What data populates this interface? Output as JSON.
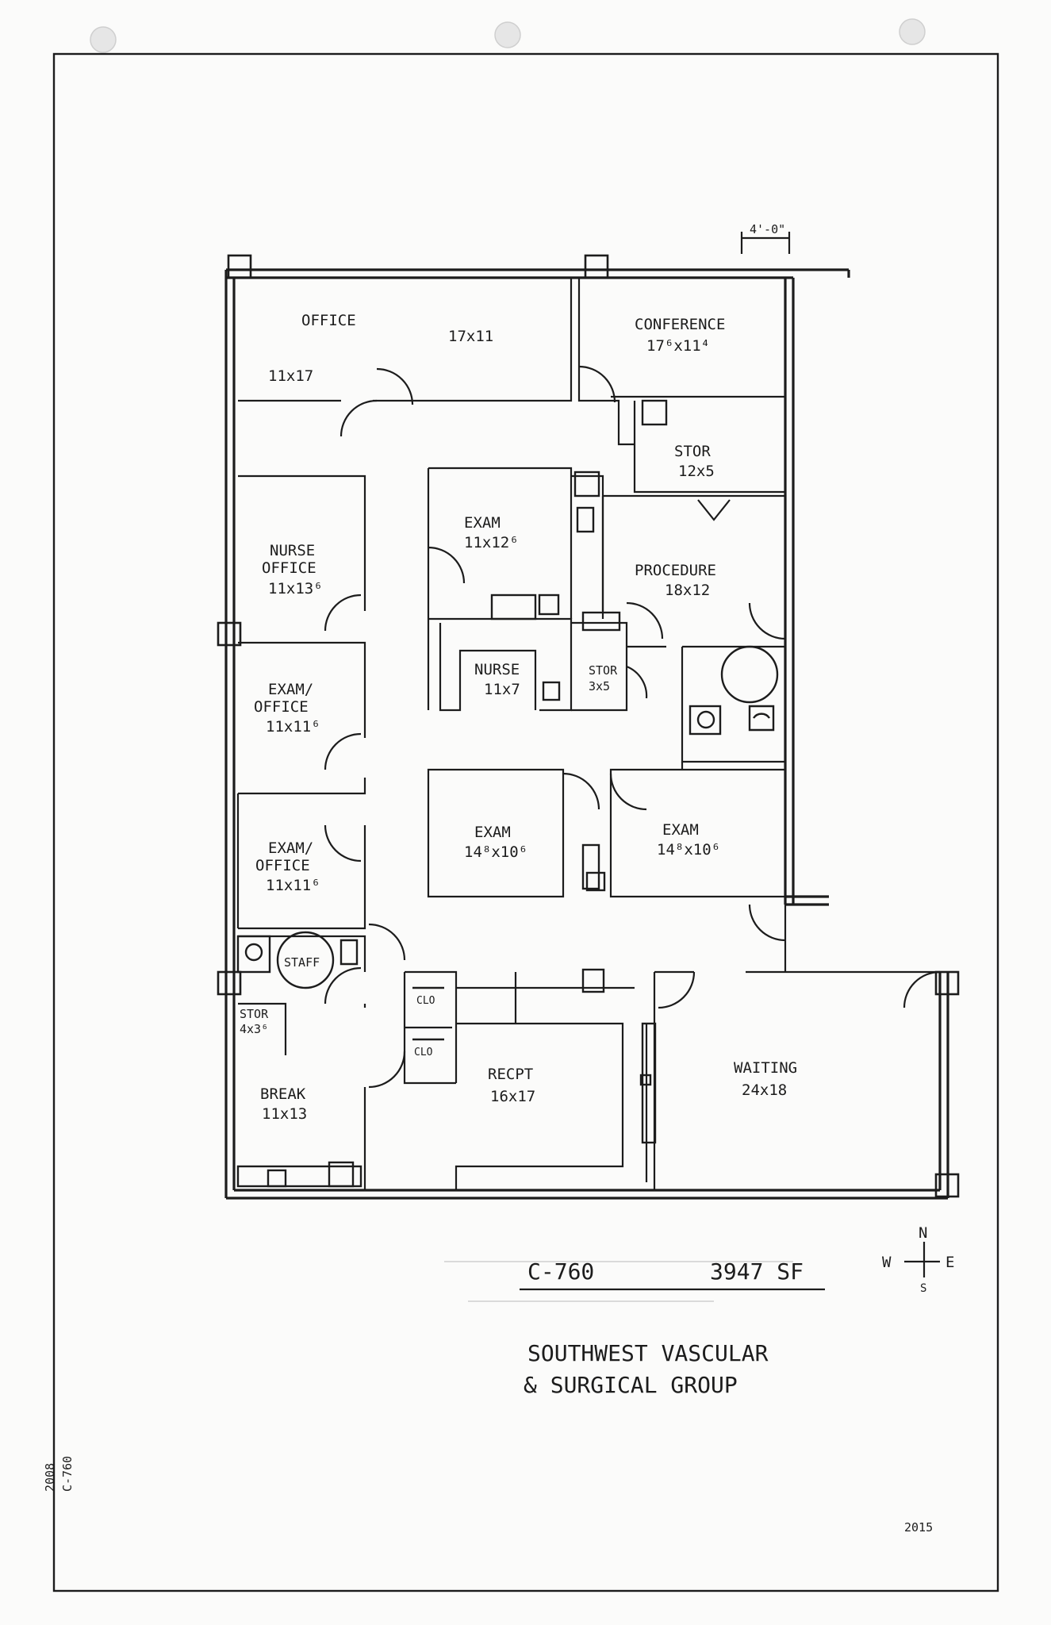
{
  "rooms": {
    "office": {
      "name": "OFFICE",
      "dims_a": "17x11",
      "dims_b": "11x17"
    },
    "conference": {
      "name": "CONFERENCE",
      "dims": "17⁶x11⁴"
    },
    "stor_top": {
      "name": "STOR",
      "dims": "12x5"
    },
    "nurse_office": {
      "name1": "NURSE",
      "name2": "OFFICE",
      "dims": "11x13⁶"
    },
    "exam_top": {
      "name": "EXAM",
      "dims": "11x12⁶"
    },
    "procedure": {
      "name": "PROCEDURE",
      "dims": "18x12"
    },
    "nurse": {
      "name": "NURSE",
      "dims": "11x7"
    },
    "stor_mid": {
      "name": "STOR",
      "dims": "3x5"
    },
    "exam_office_1": {
      "name1": "EXAM/",
      "name2": "OFFICE",
      "dims": "11x11⁶"
    },
    "exam_left": {
      "name": "EXAM",
      "dims": "14⁸x10⁶"
    },
    "exam_right": {
      "name": "EXAM",
      "dims": "14⁸x10⁶"
    },
    "exam_office_2": {
      "name1": "EXAM/",
      "name2": "OFFICE",
      "dims": "11x11⁶"
    },
    "staff": {
      "name": "STAFF"
    },
    "stor_small": {
      "name": "STOR",
      "dims": "4x3⁶"
    },
    "break_room": {
      "name": "BREAK",
      "dims": "11x13"
    },
    "clo_1": {
      "name": "CLO"
    },
    "clo_2": {
      "name": "CLO"
    },
    "recpt": {
      "name": "RECPT",
      "dims": "16x17"
    },
    "waiting": {
      "name": "WAITING",
      "dims": "24x18"
    }
  },
  "dimension_note": "4'-0\"",
  "title_block": {
    "unit": "C-760",
    "area": "3947 SF",
    "org_line1": "SOUTHWEST  VASCULAR",
    "org_line2": "& SURGICAL  GROUP",
    "year": "2015"
  },
  "compass": {
    "n": "N",
    "s": "S",
    "e": "E",
    "w": "W"
  },
  "margin_note": {
    "line1": "C-760",
    "line2": "2008"
  }
}
